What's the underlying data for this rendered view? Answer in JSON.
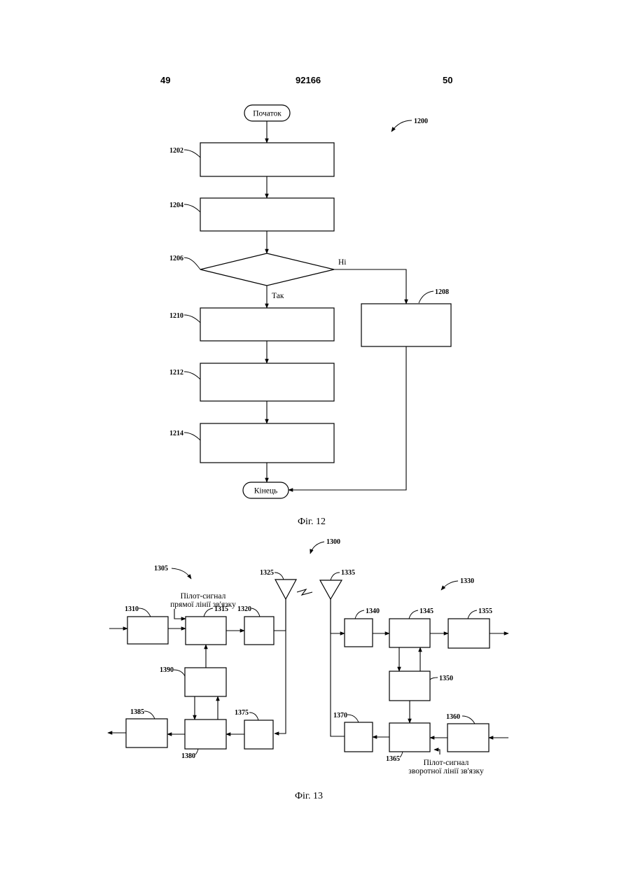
{
  "header": {
    "left_page": "49",
    "doc_number": "92166",
    "right_page": "50"
  },
  "fig12": {
    "ref": "1200",
    "start_label": "Початок",
    "end_label": "Кінець",
    "no_label": "Ні",
    "yes_label": "Так",
    "caption": "Фіг. 12",
    "steps": {
      "s1202": "1202",
      "s1204": "1204",
      "s1206": "1206",
      "s1208": "1208",
      "s1210": "1210",
      "s1212": "1212",
      "s1214": "1214"
    }
  },
  "fig13": {
    "ref": "1300",
    "caption": "Фіг. 13",
    "left_system": "1305",
    "right_system": "1330",
    "forward_pilot": [
      "Пілот-сигнал",
      "прямої лінії зв'язку"
    ],
    "reverse_pilot": [
      "Пілот-сигнал",
      "зворотної лінії зв'язку"
    ],
    "blocks": {
      "b1310": "1310",
      "b1315": "1315",
      "b1320": "1320",
      "b1325": "1325",
      "b1335": "1335",
      "b1340": "1340",
      "b1345": "1345",
      "b1355": "1355",
      "b1350": "1350",
      "b1360": "1360",
      "b1365": "1365",
      "b1370": "1370",
      "b1375": "1375",
      "b1380": "1380",
      "b1385": "1385",
      "b1390": "1390"
    }
  }
}
